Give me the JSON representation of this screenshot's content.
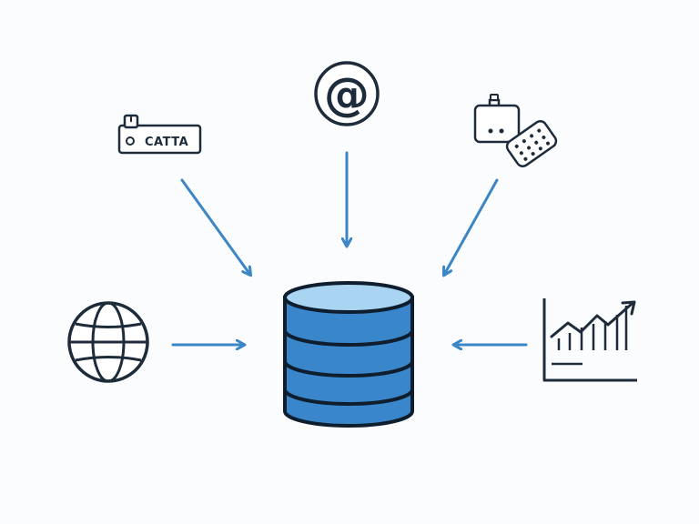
{
  "diagram": {
    "center": {
      "icon": "database-icon"
    },
    "sources": [
      {
        "id": "captcha",
        "icon": "captcha-icon",
        "label": "CATTA"
      },
      {
        "id": "email",
        "icon": "at-sign-icon",
        "glyph": "@"
      },
      {
        "id": "bot",
        "icon": "bot-cookie-icon"
      },
      {
        "id": "web",
        "icon": "globe-icon"
      },
      {
        "id": "analytics",
        "icon": "chart-icon"
      }
    ],
    "colors": {
      "outline": "#1d2b3a",
      "arrow": "#3d86c6",
      "db_top": "#a9d4f2",
      "db_body": "#3a86cb",
      "db_stroke": "#0f1e2e"
    }
  }
}
